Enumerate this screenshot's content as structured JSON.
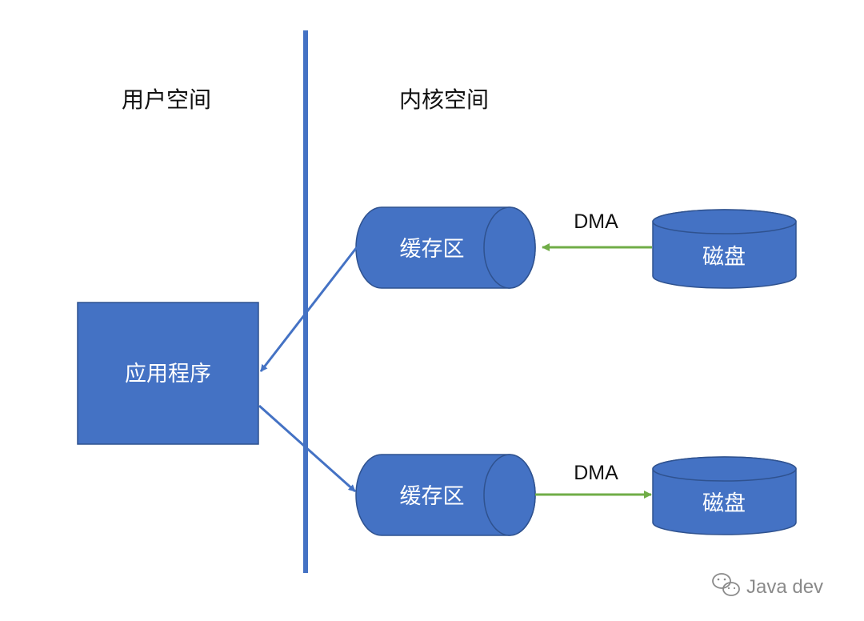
{
  "regions": {
    "user_space": "用户空间",
    "kernel_space": "内核空间"
  },
  "app": {
    "label": "应用程序"
  },
  "buffers": [
    {
      "label": "缓存区"
    },
    {
      "label": "缓存区"
    }
  ],
  "disks": [
    {
      "label": "磁盘"
    },
    {
      "label": "磁盘"
    }
  ],
  "transfers": [
    {
      "label": "DMA",
      "direction": "disk-to-buffer"
    },
    {
      "label": "DMA",
      "direction": "buffer-to-disk"
    }
  ],
  "watermark": {
    "text": "Java dev",
    "icon": "wechat-icon"
  },
  "colors": {
    "shape_fill": "#4472C4",
    "shape_stroke": "#2F528F",
    "divider": "#4472C4",
    "app_arrow": "#4472C4",
    "dma_arrow": "#70AD47"
  }
}
